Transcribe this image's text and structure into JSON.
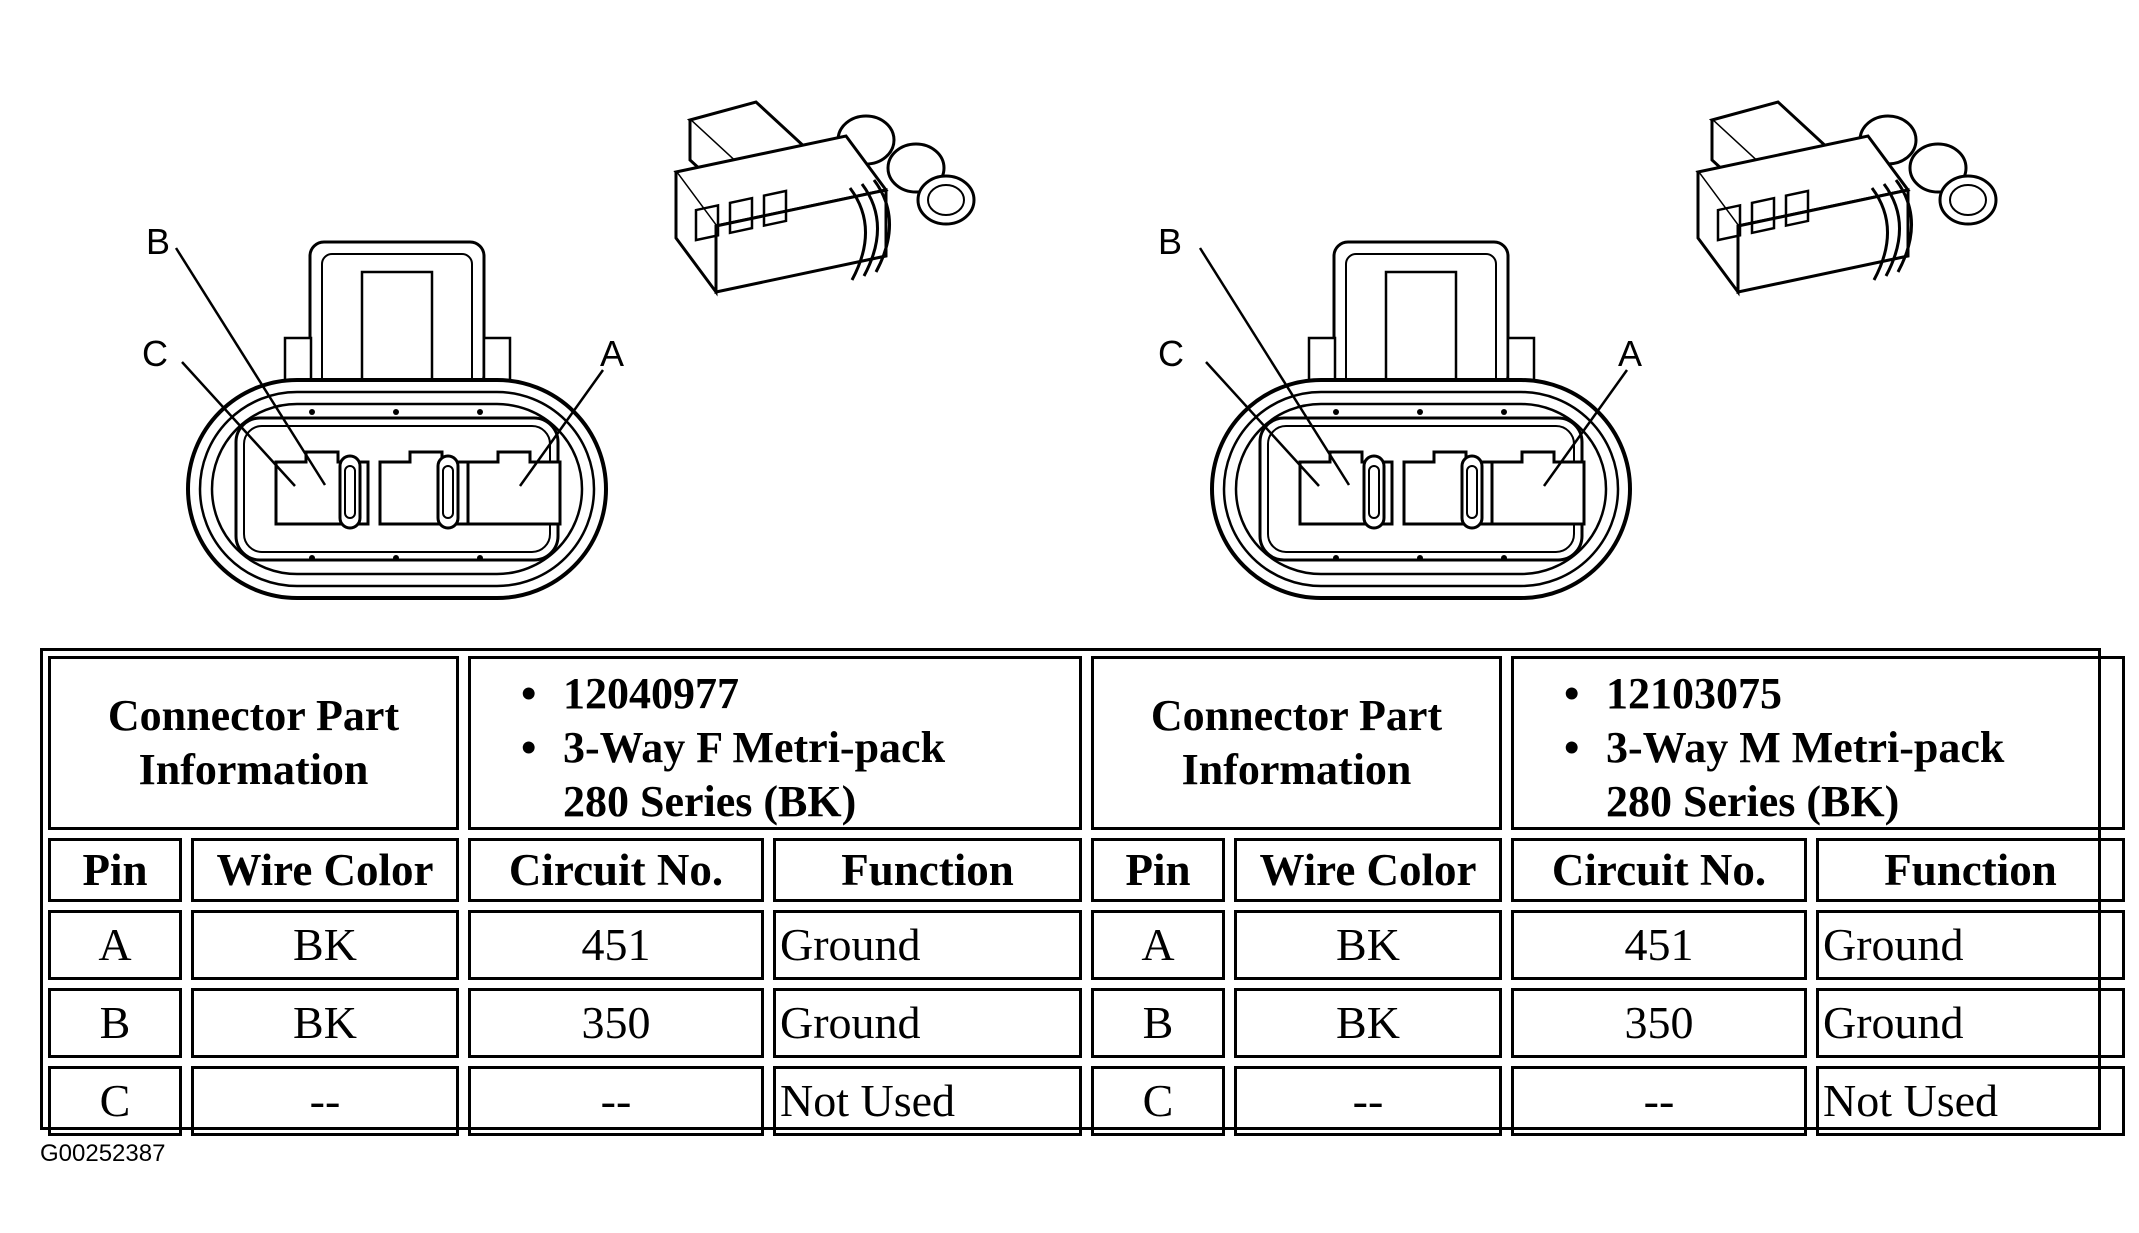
{
  "connectors": [
    {
      "pin_labels": {
        "a": "A",
        "b": "B",
        "c": "C"
      },
      "header": {
        "label_line1": "Connector Part",
        "label_line2": "Information",
        "part_number": "12040977",
        "desc_line1": "3-Way F Metri-pack",
        "desc_line2": "280 Series (BK)"
      },
      "columns": [
        "Pin",
        "Wire Color",
        "Circuit No.",
        "Function"
      ],
      "rows": [
        {
          "pin": "A",
          "wire": "BK",
          "circuit": "451",
          "function": "Ground"
        },
        {
          "pin": "B",
          "wire": "BK",
          "circuit": "350",
          "function": "Ground"
        },
        {
          "pin": "C",
          "wire": "--",
          "circuit": "--",
          "function": "Not Used"
        }
      ]
    },
    {
      "pin_labels": {
        "a": "A",
        "b": "B",
        "c": "C"
      },
      "header": {
        "label_line1": "Connector Part",
        "label_line2": "Information",
        "part_number": "12103075",
        "desc_line1": "3-Way M Metri-pack",
        "desc_line2": "280 Series (BK)"
      },
      "columns": [
        "Pin",
        "Wire Color",
        "Circuit No.",
        "Function"
      ],
      "rows": [
        {
          "pin": "A",
          "wire": "BK",
          "circuit": "451",
          "function": "Ground"
        },
        {
          "pin": "B",
          "wire": "BK",
          "circuit": "350",
          "function": "Ground"
        },
        {
          "pin": "C",
          "wire": "--",
          "circuit": "--",
          "function": "Not Used"
        }
      ]
    }
  ],
  "figure_id": "G00252387",
  "colors": {
    "line": "#000000",
    "background": "#ffffff"
  }
}
